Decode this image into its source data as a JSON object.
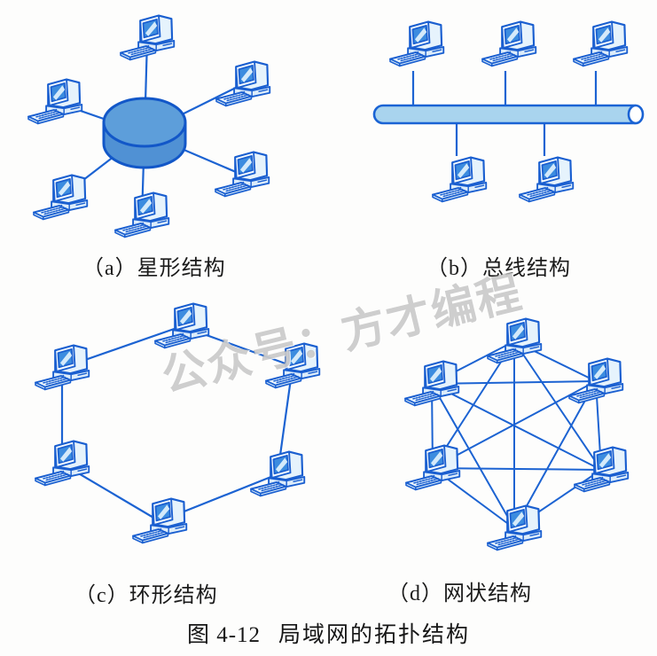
{
  "figure": {
    "label": "图 4-12",
    "title": "局域网的拓扑结构"
  },
  "panels": [
    {
      "id": "a",
      "caption": "（a）星形结构",
      "topology": "star",
      "computer_count": 6,
      "center_device": "hub-disc"
    },
    {
      "id": "b",
      "caption": "（b）总线结构",
      "topology": "bus",
      "computer_count": 5,
      "bus_tap_count": 5
    },
    {
      "id": "c",
      "caption": "（c）环形结构",
      "topology": "ring",
      "computer_count": 6,
      "link_count": 6
    },
    {
      "id": "d",
      "caption": "（d）网状结构",
      "topology": "mesh",
      "computer_count": 6,
      "link_count": 15
    }
  ],
  "watermark": {
    "text": "公众号：方才编程"
  },
  "colors": {
    "outline_blue": "#1a5fd0",
    "link_blue": "#1c63d2",
    "screen_blue": "#3c8cdf",
    "pale_fill": "#e8f4fd",
    "hub_fill": "#5b9cd9",
    "bus_fill": "#a9d4ee",
    "caption_text": "#1b1b1b",
    "watermark_gray": "#9e9e9e"
  }
}
